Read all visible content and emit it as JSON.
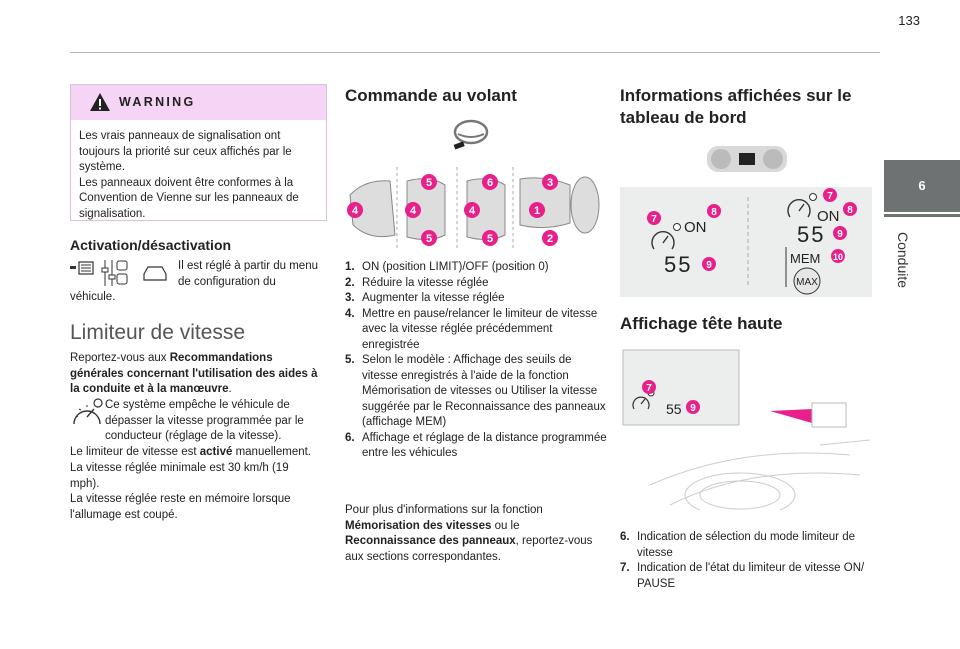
{
  "page": {
    "number": "133"
  },
  "side_tab": {
    "chapter_number": "6",
    "chapter_name": "Conduite"
  },
  "warning": {
    "label": "WARNING",
    "text_1": "Les vrais panneaux de signalisation ont toujours la priorité sur ceux affichés par le système.",
    "text_2": "Les panneaux doivent être conformes à la Convention de Vienne sur les panneaux de signalisation."
  },
  "activation": {
    "heading": "Activation/désactivation",
    "text_a": "Il est réglé à partir du menu de configuration du",
    "text_b": "véhicule."
  },
  "limiter": {
    "heading": "Limiteur de vitesse",
    "ref_prefix": "Reportez-vous aux ",
    "ref_bold": "Recommandations générales concernant l'utilisation des aides à la conduite et à la manœuvre",
    "ref_suffix": ".",
    "system_text": "Ce système empêche le véhicule de dépasser la vitesse programmée par le conducteur (réglage de la vitesse).",
    "activated_prefix": "Le limiteur de vitesse est ",
    "activated_bold": "activé",
    "activated_suffix": " manuellement.",
    "min_speed": "La vitesse réglée minimale est 30 km/h (19 mph).",
    "memory": "La vitesse réglée reste en mémoire lorsque l'allumage est coupé."
  },
  "steering": {
    "heading": "Commande au volant",
    "callouts": [
      "5",
      "6",
      "3",
      "4",
      "4",
      "4",
      "1",
      "5",
      "5",
      "2"
    ],
    "items": [
      {
        "num": "1.",
        "text": "ON (position LIMIT)/OFF (position 0)"
      },
      {
        "num": "2.",
        "text": "Réduire la vitesse réglée"
      },
      {
        "num": "3.",
        "text": "Augmenter la vitesse réglée"
      },
      {
        "num": "4.",
        "text": "Mettre en pause/relancer le limiteur de vitesse avec la vitesse réglée précédemment enregistrée"
      },
      {
        "num": "5.",
        "text": "Selon le modèle : Affichage des seuils de vitesse enregistrés à l'aide de la fonction Mémorisation de vitesses ou Utiliser la vitesse suggérée par le Reconnaissance des panneaux (affichage MEM)"
      },
      {
        "num": "6.",
        "text": "Affichage et réglage de la distance programmée entre les véhicules"
      }
    ],
    "more_prefix": "Pour plus d'informations sur la fonction ",
    "more_bold1": "Mémorisation des vitesses",
    "more_mid": " ou le ",
    "more_bold2": "Reconnaissance des panneaux",
    "more_suffix": ", reportez-vous aux sections correspondantes."
  },
  "dashboard": {
    "heading": "Informations affichées sur le tableau de bord",
    "left_on": "ON",
    "left_speed": "55",
    "right_on": "ON",
    "right_speed": "55",
    "mem": "MEM",
    "max": "MAX",
    "callouts": [
      "7",
      "8",
      "9",
      "7",
      "8",
      "9",
      "10"
    ]
  },
  "hud": {
    "heading": "Affichage tête haute",
    "speed": "55",
    "callouts": [
      "7",
      "9"
    ],
    "items": [
      {
        "num": "6.",
        "text": "Indication de sélection du mode limiteur de vitesse"
      },
      {
        "num": "7.",
        "text": "Indication de l'état du limiteur de vitesse ON/ PAUSE"
      }
    ]
  },
  "colors": {
    "callout": "#e8208c",
    "warning_bg": "#f6d4f6",
    "tab": "#6e7273"
  }
}
